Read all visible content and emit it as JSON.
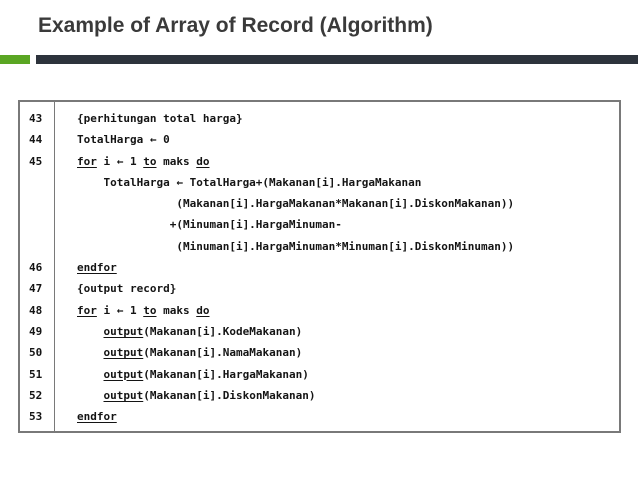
{
  "slide": {
    "title": "Example of Array of Record (Algorithm)",
    "colors": {
      "title_text": "#3a3a3a",
      "accent_green": "#5aa623",
      "accent_dark": "#2d333c",
      "box_border": "#797979",
      "code_text": "#141414"
    }
  },
  "code": {
    "lines": [
      {
        "num": "43",
        "segments": [
          {
            "t": "{perhitungan total harga}"
          }
        ]
      },
      {
        "num": "44",
        "segments": [
          {
            "t": "TotalHarga ← 0"
          }
        ]
      },
      {
        "num": "45",
        "segments": [
          {
            "t": "for",
            "u": true
          },
          {
            "t": " i ← 1 "
          },
          {
            "t": "to",
            "u": true
          },
          {
            "t": " maks "
          },
          {
            "t": "do",
            "u": true
          }
        ]
      },
      {
        "num": "",
        "segments": [
          {
            "t": "    TotalHarga ← TotalHarga+(Makanan[i].HargaMakanan"
          }
        ]
      },
      {
        "num": "",
        "segments": [
          {
            "t": "               (Makanan[i].HargaMakanan*Makanan[i].DiskonMakanan))"
          }
        ]
      },
      {
        "num": "",
        "segments": [
          {
            "t": "              +(Minuman[i].HargaMinuman-"
          }
        ]
      },
      {
        "num": "",
        "segments": [
          {
            "t": "               (Minuman[i].HargaMinuman*Minuman[i].DiskonMinuman))"
          }
        ]
      },
      {
        "num": "46",
        "segments": [
          {
            "t": "endfor",
            "u": true
          }
        ]
      },
      {
        "num": "47",
        "segments": [
          {
            "t": "{output record}"
          }
        ]
      },
      {
        "num": "48",
        "segments": [
          {
            "t": "for",
            "u": true
          },
          {
            "t": " i ← 1 "
          },
          {
            "t": "to",
            "u": true
          },
          {
            "t": " maks "
          },
          {
            "t": "do",
            "u": true
          }
        ]
      },
      {
        "num": "49",
        "segments": [
          {
            "t": "    "
          },
          {
            "t": "output",
            "u": true
          },
          {
            "t": "(Makanan[i].KodeMakanan)"
          }
        ]
      },
      {
        "num": "50",
        "segments": [
          {
            "t": "    "
          },
          {
            "t": "output",
            "u": true
          },
          {
            "t": "(Makanan[i].NamaMakanan)"
          }
        ]
      },
      {
        "num": "51",
        "segments": [
          {
            "t": "    "
          },
          {
            "t": "output",
            "u": true
          },
          {
            "t": "(Makanan[i].HargaMakanan)"
          }
        ]
      },
      {
        "num": "52",
        "segments": [
          {
            "t": "    "
          },
          {
            "t": "output",
            "u": true
          },
          {
            "t": "(Makanan[i].DiskonMakanan)"
          }
        ]
      },
      {
        "num": "53",
        "segments": [
          {
            "t": "endfor",
            "u": true
          }
        ]
      }
    ]
  }
}
